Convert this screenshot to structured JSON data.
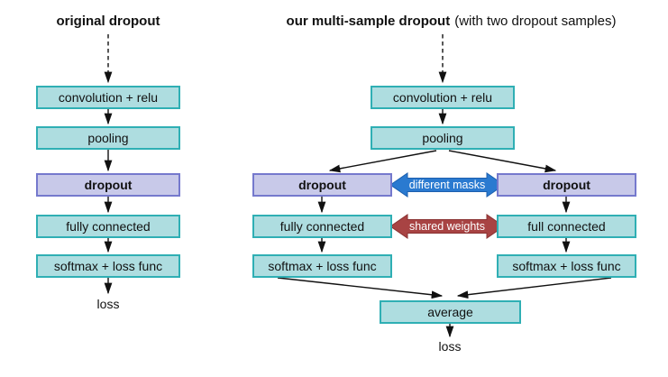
{
  "figure": {
    "left": {
      "title": "original dropout",
      "boxes": [
        {
          "label": "convolution + relu"
        },
        {
          "label": "pooling"
        },
        {
          "label": "dropout"
        },
        {
          "label": "fully connected"
        },
        {
          "label": "softmax + loss func"
        }
      ],
      "output": "loss"
    },
    "right": {
      "title_bold": "our multi-sample dropout",
      "title_note": "(with two dropout samples)",
      "shared_boxes": [
        {
          "label": "convolution + relu"
        },
        {
          "label": "pooling"
        }
      ],
      "branch_left": [
        {
          "label": "dropout"
        },
        {
          "label": "fully connected"
        },
        {
          "label": "softmax + loss func"
        }
      ],
      "branch_right": [
        {
          "label": "dropout"
        },
        {
          "label": "full connected"
        },
        {
          "label": "softmax + loss func"
        }
      ],
      "masks_connector": "different masks",
      "weights_connector": "shared weights",
      "merge_box": "average",
      "output": "loss"
    },
    "colors": {
      "node_fill": "#aedde0",
      "node_border": "#2fafb4",
      "dropout_fill": "#c8c9e9",
      "dropout_border": "#7579cd",
      "masks_fill": "#2a7ad0",
      "weights_fill": "#a84343",
      "arrow_color": "#111111"
    }
  }
}
